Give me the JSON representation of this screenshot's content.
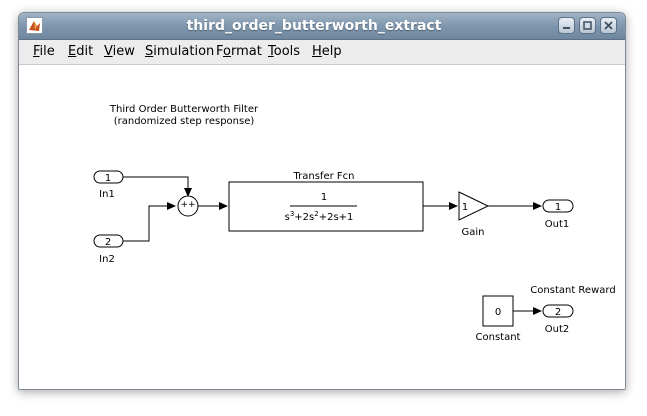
{
  "window": {
    "title": "third_order_butterworth_extract"
  },
  "menu": {
    "items": [
      {
        "label": "File",
        "underline": "F"
      },
      {
        "label": "Edit",
        "underline": "E"
      },
      {
        "label": "View",
        "underline": "V"
      },
      {
        "label": "Simulation",
        "underline": "S"
      },
      {
        "label": "Format",
        "underline": "o"
      },
      {
        "label": "Tools",
        "underline": "T"
      },
      {
        "label": "Help",
        "underline": "H"
      }
    ]
  },
  "annotation": {
    "line1": "Third Order Butterworth Filter",
    "line2": "(randomized step response)"
  },
  "blocks": {
    "in1": {
      "port": "1",
      "name": "In1"
    },
    "in2": {
      "port": "2",
      "name": "In2"
    },
    "sum": {
      "signs": "++"
    },
    "tf": {
      "name": "Transfer Fcn",
      "numerator": "1",
      "denominator": "s3+2s2+2s+1"
    },
    "gain": {
      "value": "1",
      "name": "Gain"
    },
    "out1": {
      "port": "1",
      "name": "Out1"
    },
    "constant": {
      "value": "0",
      "name": "Constant"
    },
    "out2": {
      "port": "2",
      "name": "Out2",
      "caption": "Constant Reward"
    }
  },
  "colors": {
    "titlebar": "#7f96ad",
    "menubar": "#ececec",
    "line": "#000000"
  }
}
